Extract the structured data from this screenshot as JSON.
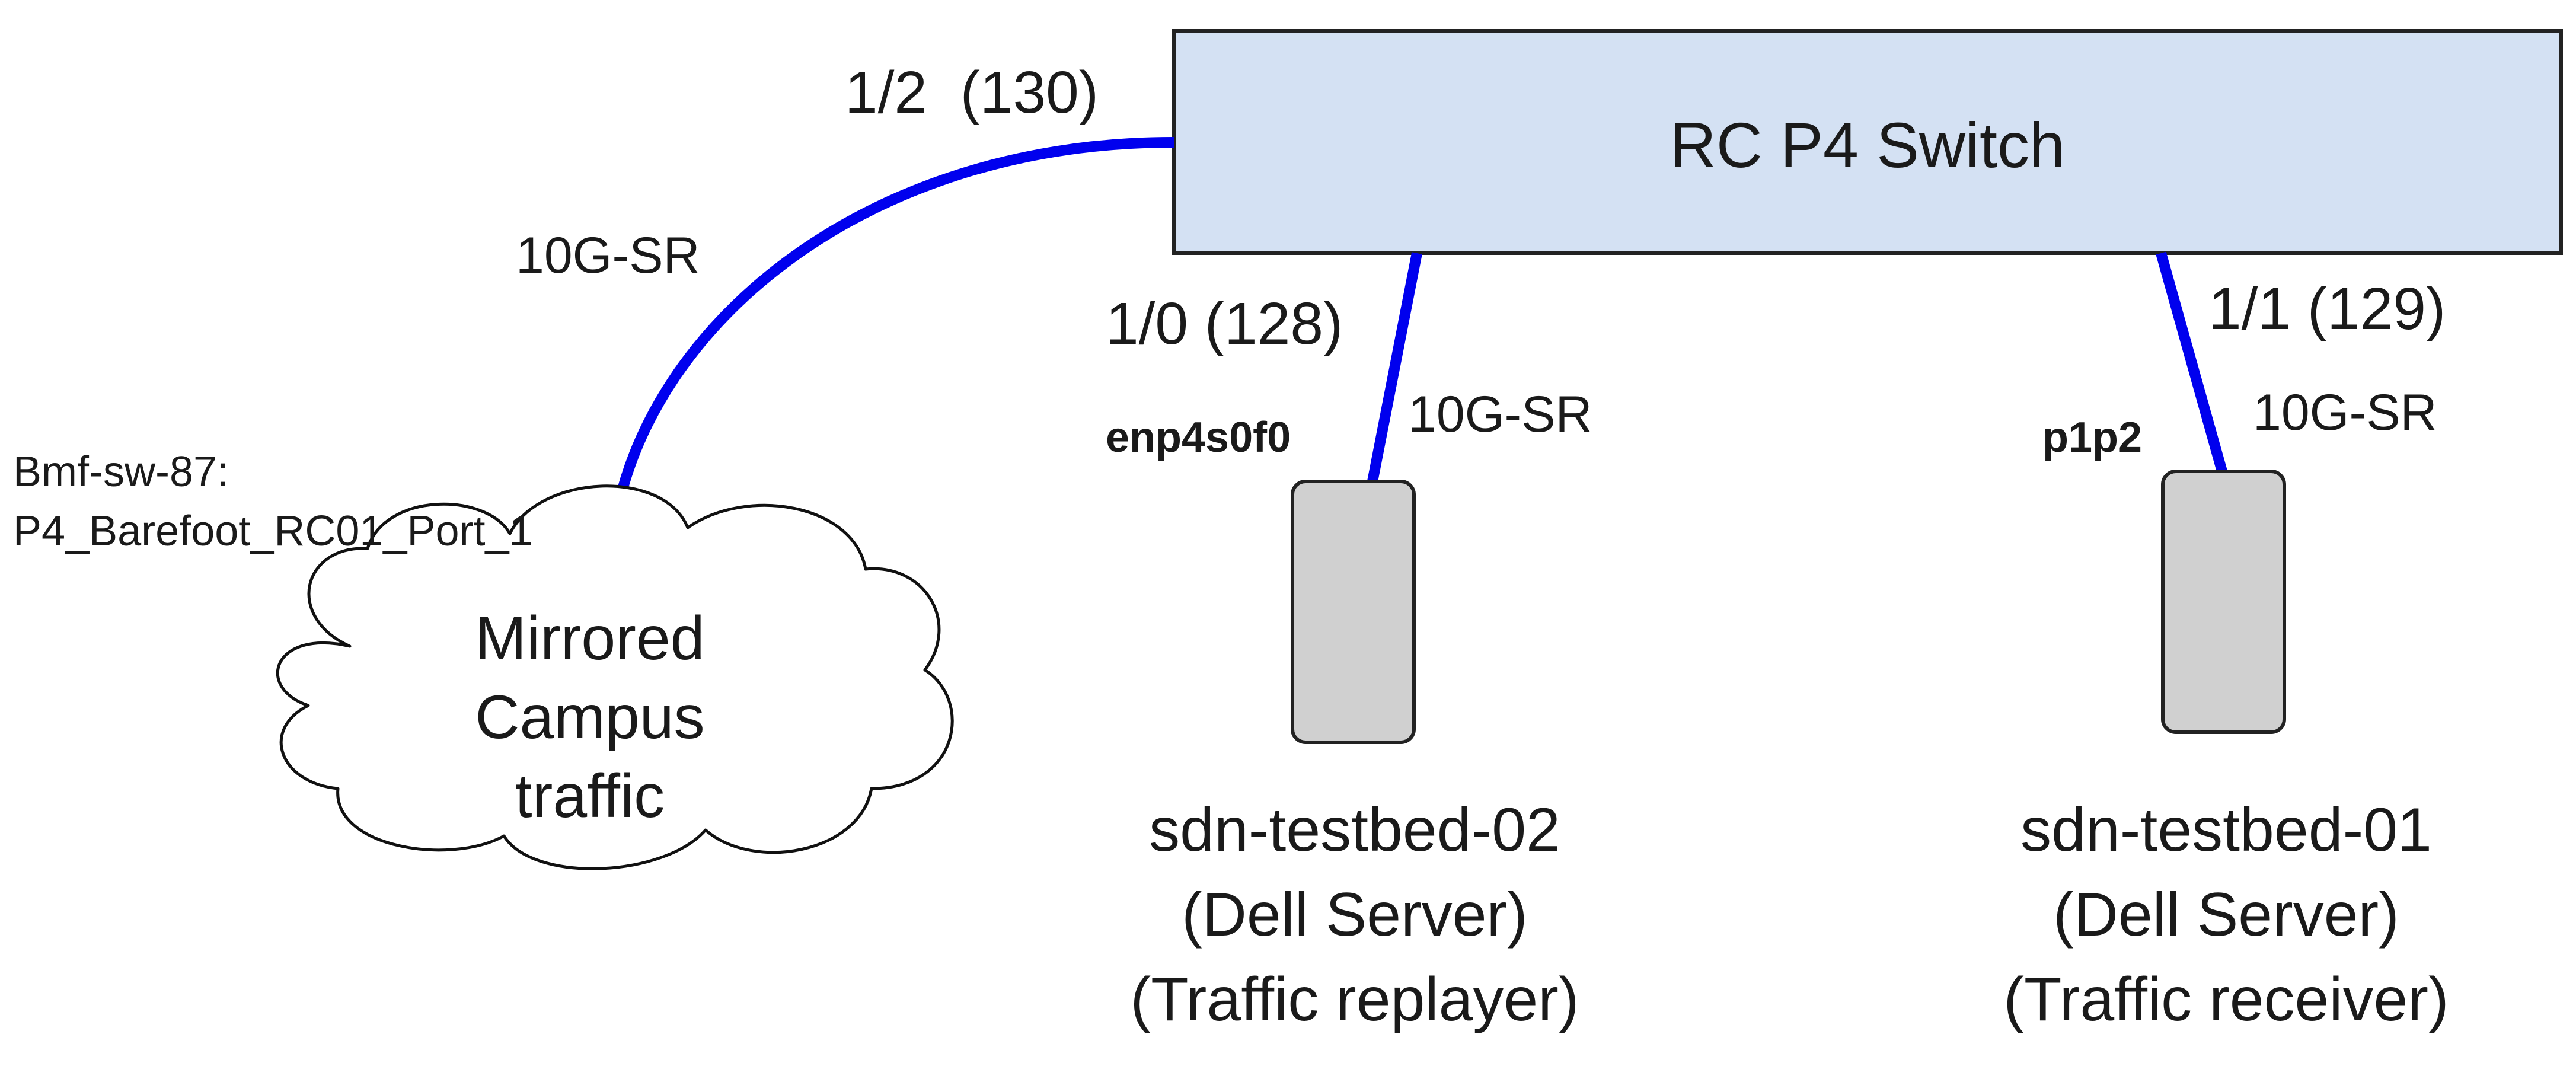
{
  "colors": {
    "switch_fill": "#d4e1f3",
    "cable": "#0000ee",
    "server_fill": "#d0d0d0",
    "cloud_fill": "#ffffff"
  },
  "switch": {
    "label": "RC P4 Switch"
  },
  "ports": {
    "uplink": "1/2  (130)",
    "replayer": "1/0 (128)",
    "receiver": "1/1 (129)"
  },
  "links": {
    "uplink_type": "10G-SR",
    "replayer_type": "10G-SR",
    "receiver_type": "10G-SR"
  },
  "interfaces": {
    "replayer": "enp4s0f0",
    "receiver": "p1p2"
  },
  "tap": {
    "line1": "Bmf-sw-87:",
    "line2": "P4_Barefoot_RC01_Port_1"
  },
  "cloud": {
    "lines": [
      "Mirrored",
      "Campus",
      "traffic"
    ]
  },
  "servers": [
    {
      "lines": [
        "sdn-testbed-02",
        "(Dell Server)",
        "(Traffic replayer)"
      ]
    },
    {
      "lines": [
        "sdn-testbed-01",
        "(Dell Server)",
        "(Traffic receiver)"
      ]
    }
  ]
}
